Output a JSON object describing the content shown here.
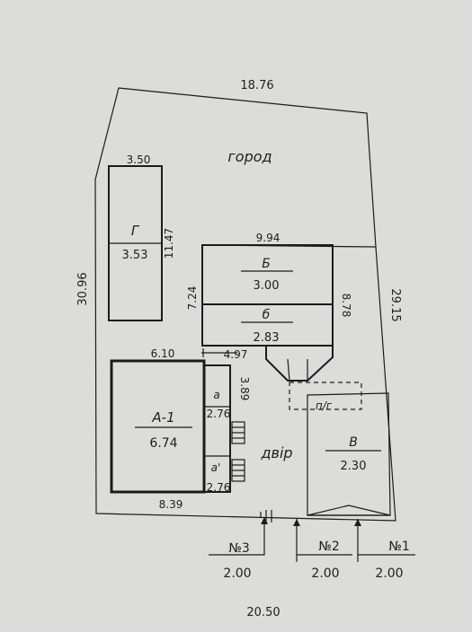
{
  "plan": {
    "top_dim": "18.76",
    "bottom_dim": "20.50",
    "left_dim": "30.96",
    "right_dim": "29.15",
    "garden_label": "город",
    "yard_label": "двір"
  },
  "garage": {
    "name": "Г",
    "area": "3.53",
    "width": "3.50",
    "length": "11.47"
  },
  "barn": {
    "name": "Б",
    "area": "3.00",
    "width": "9.94",
    "depth_left": "7.24",
    "depth_right": "8.78",
    "sub_name": "б",
    "sub_area": "2.83"
  },
  "house": {
    "name": "А-1",
    "area": "6.74",
    "top_dim": "6.10",
    "bottom_dim": "8.39",
    "ext_dim": "4.97",
    "porch_height": "3.89",
    "veranda_top_name": "а",
    "veranda_top_area": "2.76",
    "veranda_bottom_name": "а'",
    "veranda_bottom_area": "2.76"
  },
  "shed": {
    "name": "В",
    "area": "2.30",
    "label_nz": "п/г"
  },
  "gates": [
    {
      "label": "№3",
      "value": "2.00"
    },
    {
      "label": "№2",
      "value": "2.00"
    },
    {
      "label": "№1",
      "value": "2.00"
    }
  ]
}
